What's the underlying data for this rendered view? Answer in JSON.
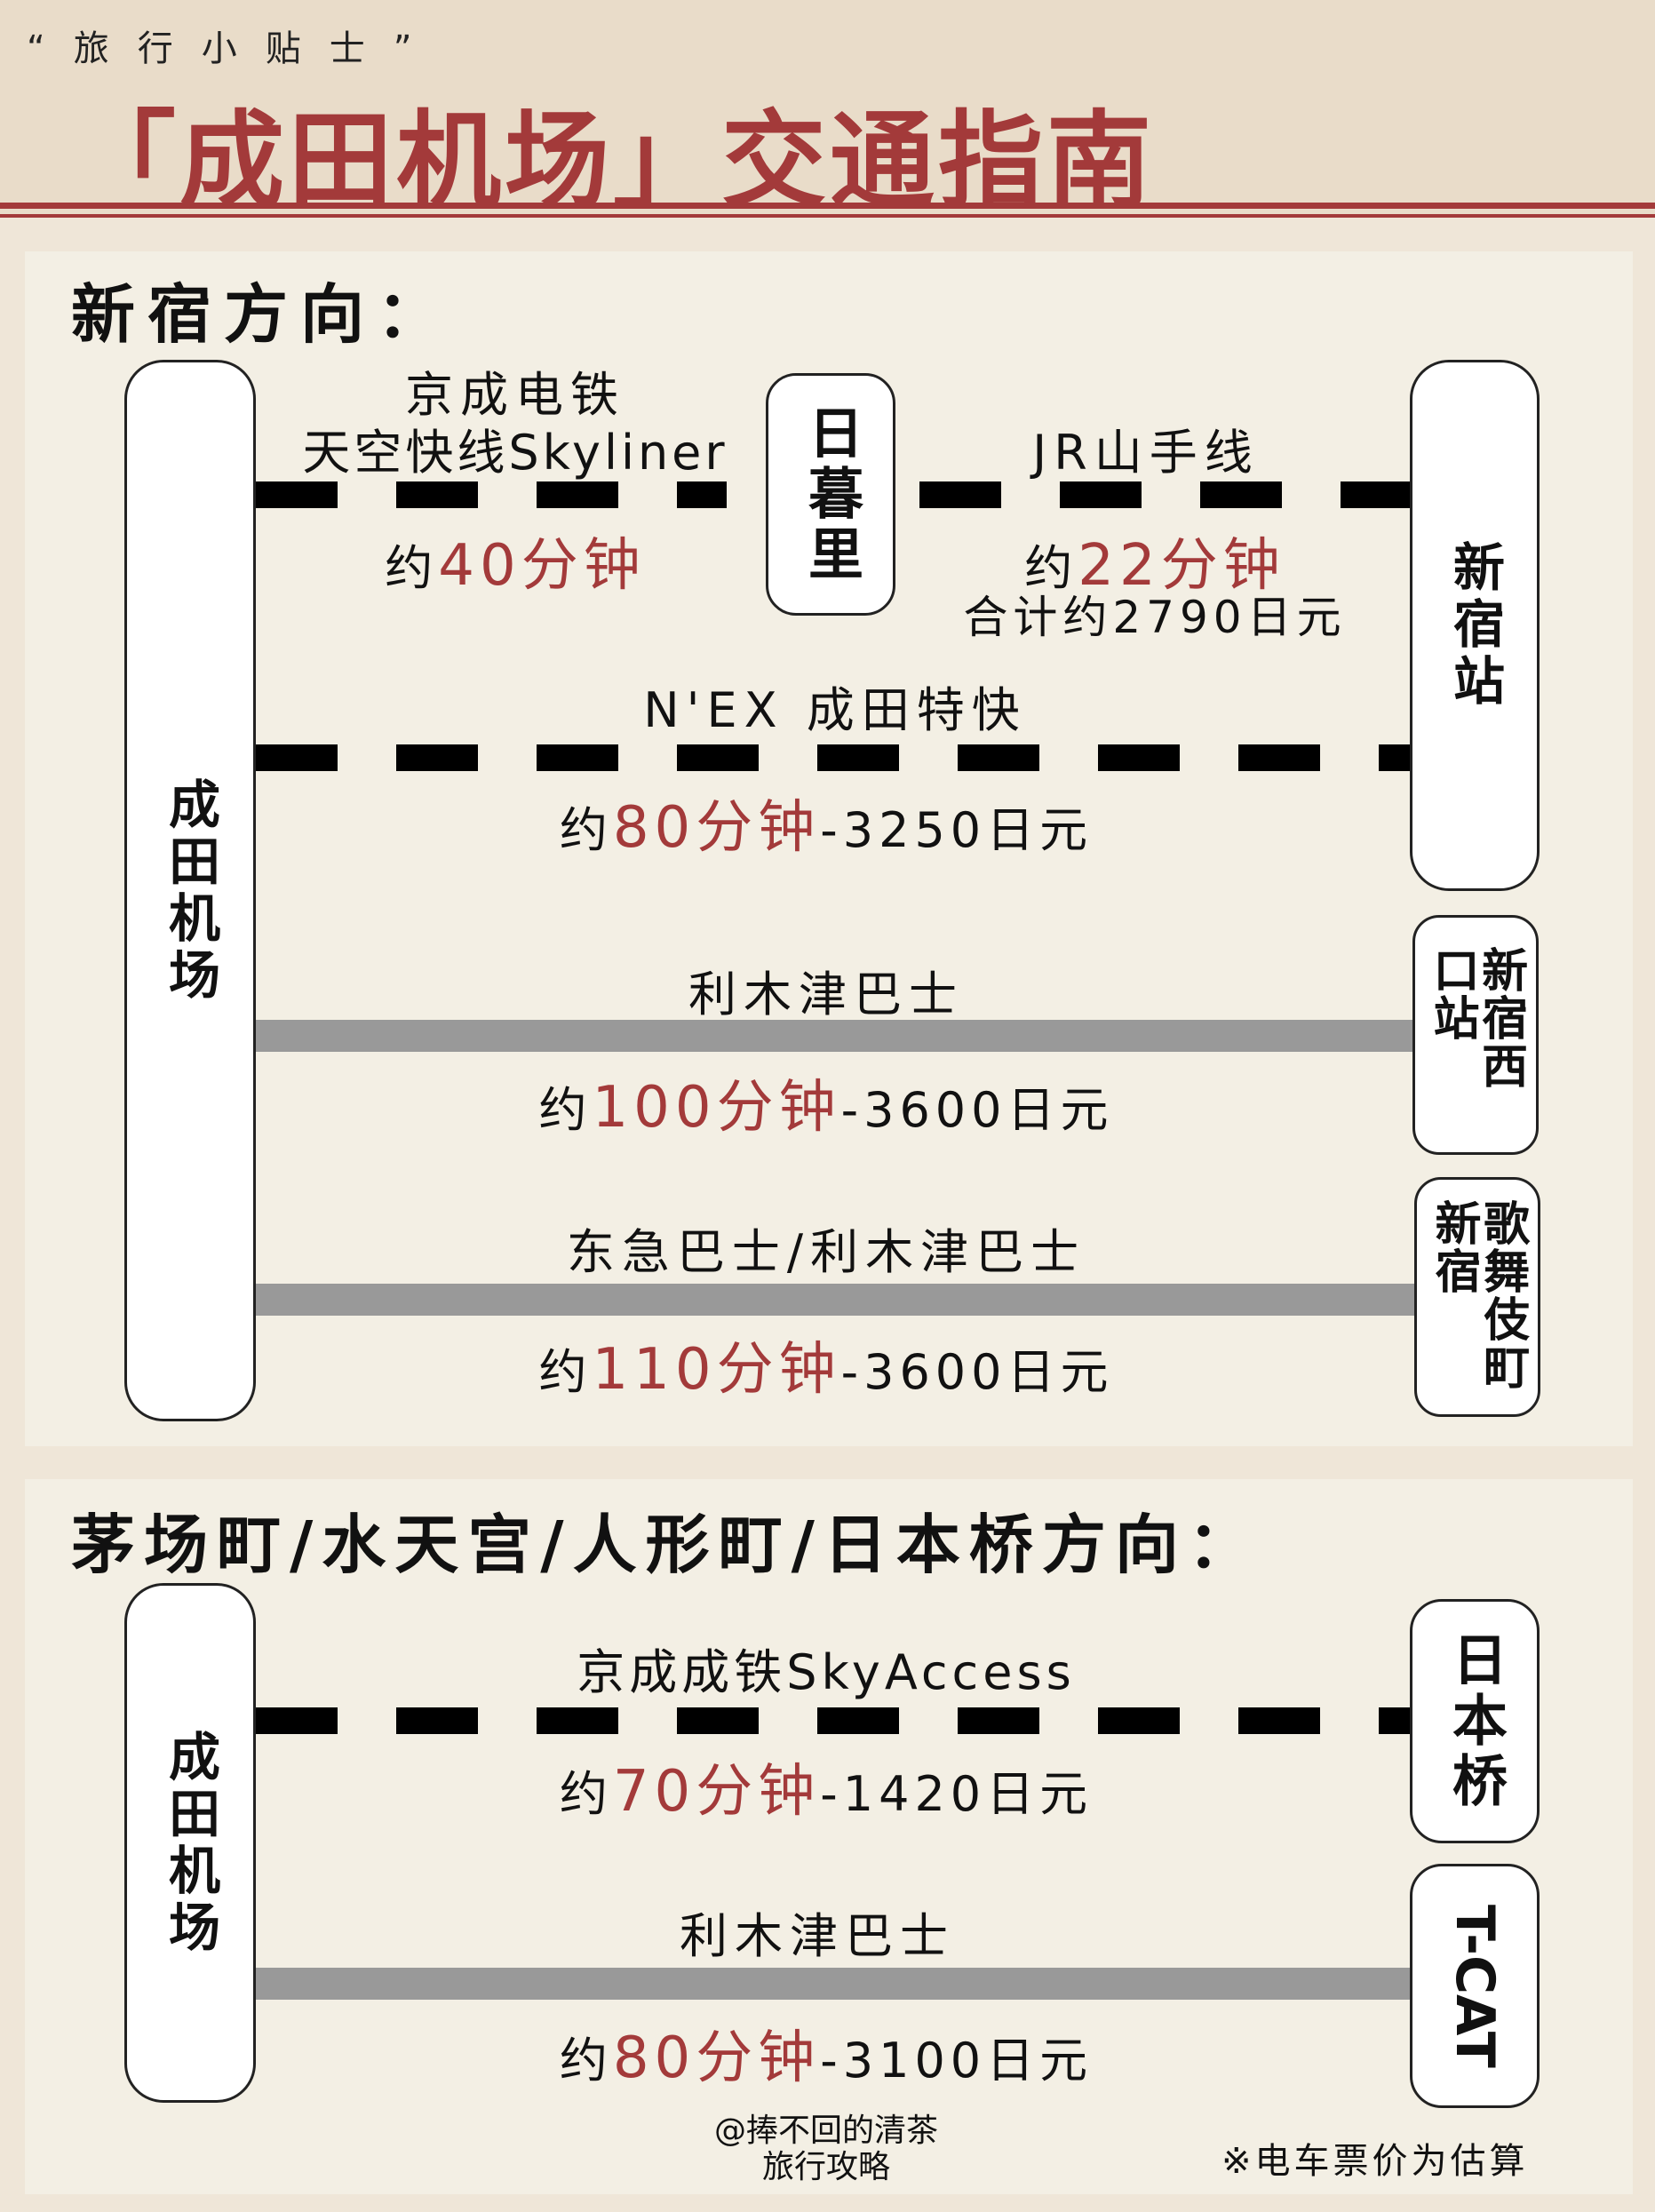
{
  "header": {
    "kicker": "“旅行小贴士”",
    "title": "「成田机场」交通指南"
  },
  "colors": {
    "accent": "#a33a3a",
    "background": "#efe6d8",
    "panel": "#f3efe4"
  },
  "shinjuku": {
    "title": "新宿方向：",
    "airport": "成田机场",
    "station_nippori": "日暮里",
    "station_shinjuku": "新宿站",
    "station_west_exit": "新宿西口站",
    "station_kabukicho": "歌舞伎町新宿",
    "skyliner_label_1": "京成电铁",
    "skyliner_label_2": "天空快线Skyliner",
    "skyliner_prefix": "约",
    "skyliner_time": "40分钟",
    "jr_label": "JR山手线",
    "jr_prefix": "约",
    "jr_time": "22分钟",
    "total": "合计约2790日元",
    "nex_label": "N'EX 成田特快",
    "nex_prefix": "约",
    "nex_time": "80分钟",
    "nex_price": "-3250日元",
    "limo_label": "利木津巴士",
    "limo_prefix": "约",
    "limo_time": "100分钟",
    "limo_price": "-3600日元",
    "tokyu_label": "东急巴士/利木津巴士",
    "tokyu_prefix": "约",
    "tokyu_time": "110分钟",
    "tokyu_price": "-3600日元"
  },
  "kayabacho": {
    "title": "茅场町/水天宫/人形町/日本桥方向：",
    "airport": "成田机场",
    "station_nihonbashi": "日本桥",
    "station_tcat": "T-CAT",
    "access_label": "京成成铁SkyAccess",
    "access_prefix": "约",
    "access_time": "70分钟",
    "access_price": "-1420日元",
    "limo_label": "利木津巴士",
    "limo_prefix": "约",
    "limo_time": "80分钟",
    "limo_price": "-3100日元"
  },
  "footer": {
    "author": "@捧不回的清茶",
    "subtitle": "旅行攻略",
    "note": "※电车票价为估算"
  }
}
